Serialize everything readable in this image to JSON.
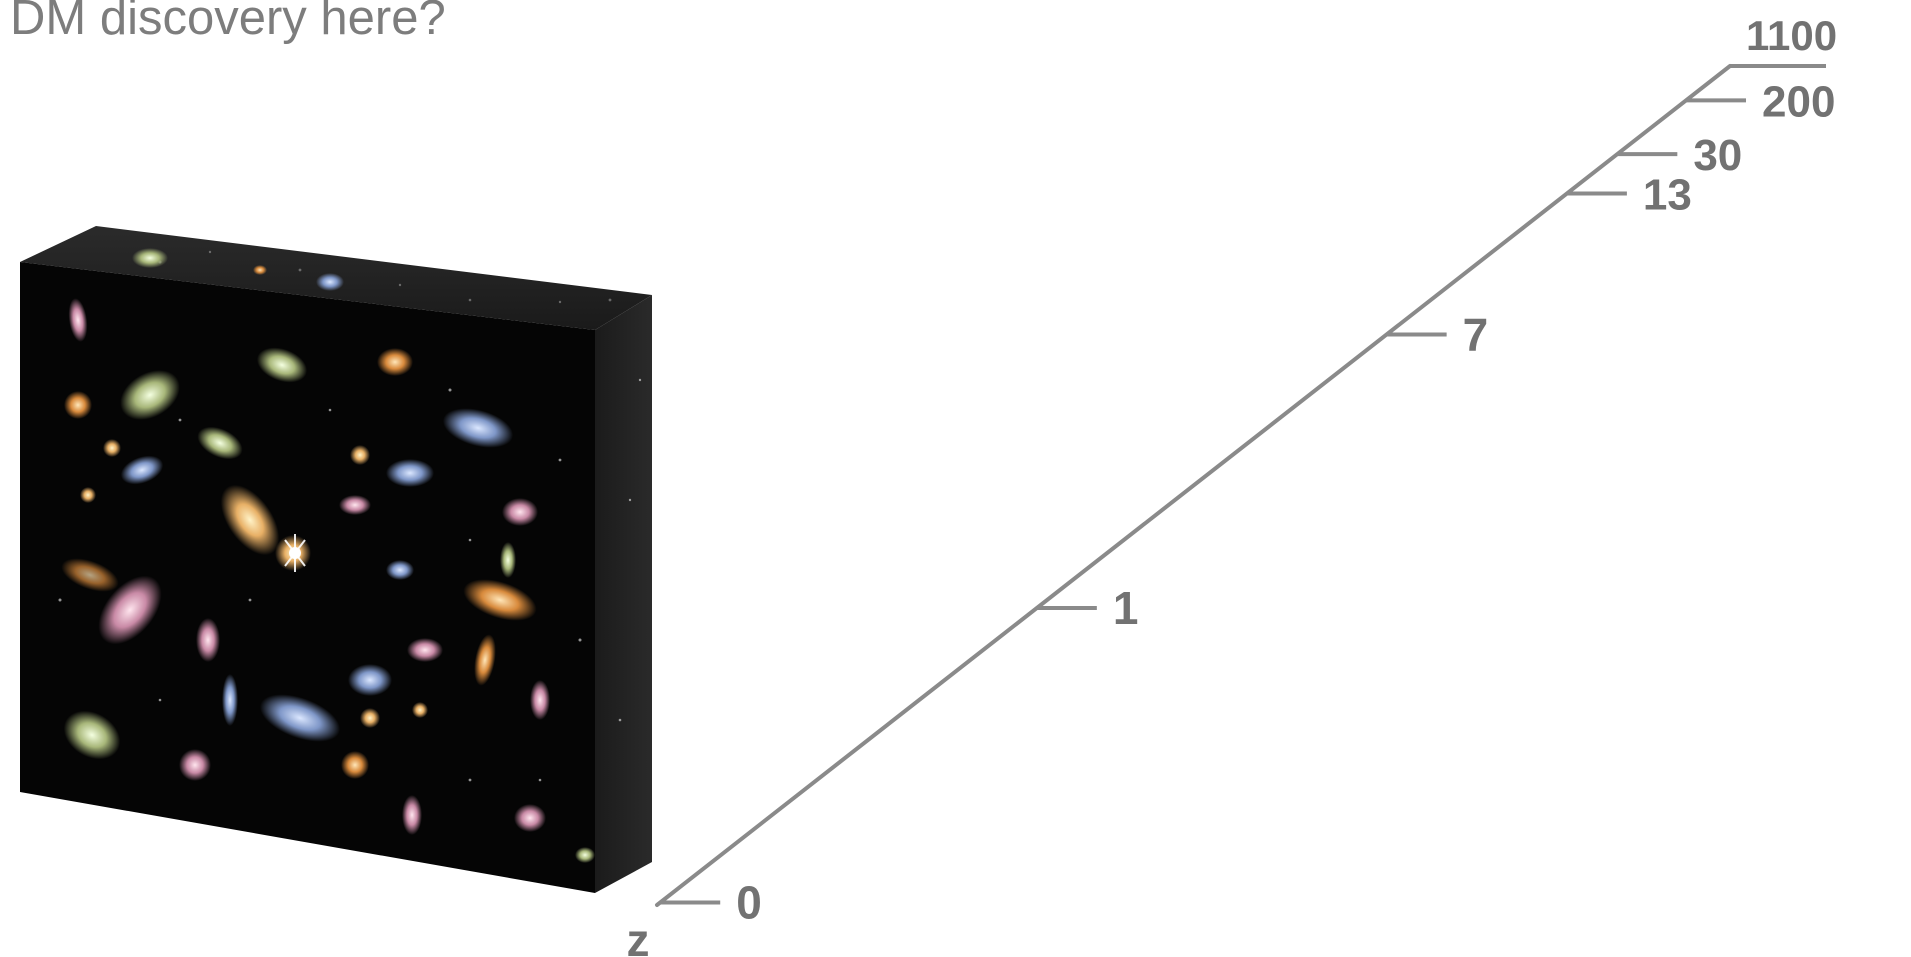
{
  "headline": "DM discovery here?",
  "axis": {
    "label": "z",
    "color": "#8a8a8a",
    "ticks": [
      {
        "value": "0"
      },
      {
        "value": "1"
      },
      {
        "value": "7"
      },
      {
        "value": "13"
      },
      {
        "value": "30"
      },
      {
        "value": "200"
      },
      {
        "value": "1100"
      }
    ]
  },
  "illustration": {
    "subject": "deep field of galaxies",
    "background": "#050505"
  },
  "colors": {
    "text": "#7d7d7d",
    "axis": "#8a8a8a",
    "tick_labels": "#727272"
  }
}
